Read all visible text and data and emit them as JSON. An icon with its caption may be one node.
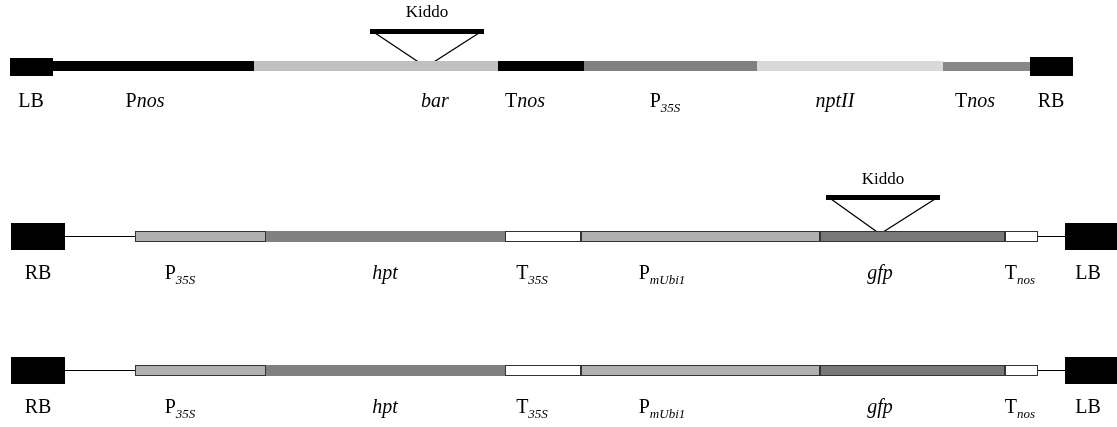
{
  "diagram": {
    "nodes": [
      {
        "text": [
          "LB"
        ]
      },
      {
        "text": [
          "Pnos"
        ]
      },
      {
        "text": [
          "bar"
        ]
      },
      {
        "text": [
          "Kiddo"
        ]
      },
      {
        "text": [
          "Tnos"
        ]
      },
      {
        "text": [
          "P$_{35S}$"
        ]
      },
      {
        "text": [
          "nptII"
        ]
      },
      {
        "text": [
          "Tnos"
        ]
      },
      {
        "text": [
          "RB"
        ]
      },
      {
        "text": [
          "RB"
        ]
      },
      {
        "text": [
          "P$_{35S}$"
        ]
      },
      {
        "text": [
          "hpt"
        ]
      },
      {
        "text": [
          "T$_{35S}$"
        ]
      },
      {
        "text": [
          "P$_{mUbi1}$"
        ]
      },
      {
        "text": [
          "gfp"
        ]
      },
      {
        "text": [
          "Kiddo"
        ]
      },
      {
        "text": [
          "T$_{nos}$"
        ]
      },
      {
        "text": [
          "LB"
        ]
      },
      {
        "text": [
          "RB"
        ]
      },
      {
        "text": [
          "P$_{35S}$"
        ]
      },
      {
        "text": [
          "hpt"
        ]
      },
      {
        "text": [
          "T$_{35S}$"
        ]
      },
      {
        "text": [
          "P$_{mUbi1}$"
        ]
      },
      {
        "text": [
          "gfp"
        ]
      },
      {
        "text": [
          "T$_{nos}$"
        ]
      },
      {
        "text": [
          "LB"
        ]
      }
    ],
    "edges": [
      {
        "from": 9,
        "to": 10,
        "arrow": "none"
      },
      {
        "from": 16,
        "to": 17,
        "arrow": "none"
      },
      {
        "from": 18,
        "to": 19,
        "arrow": "none"
      },
      {
        "from": 24,
        "to": 25,
        "arrow": "none"
      }
    ]
  }
}
